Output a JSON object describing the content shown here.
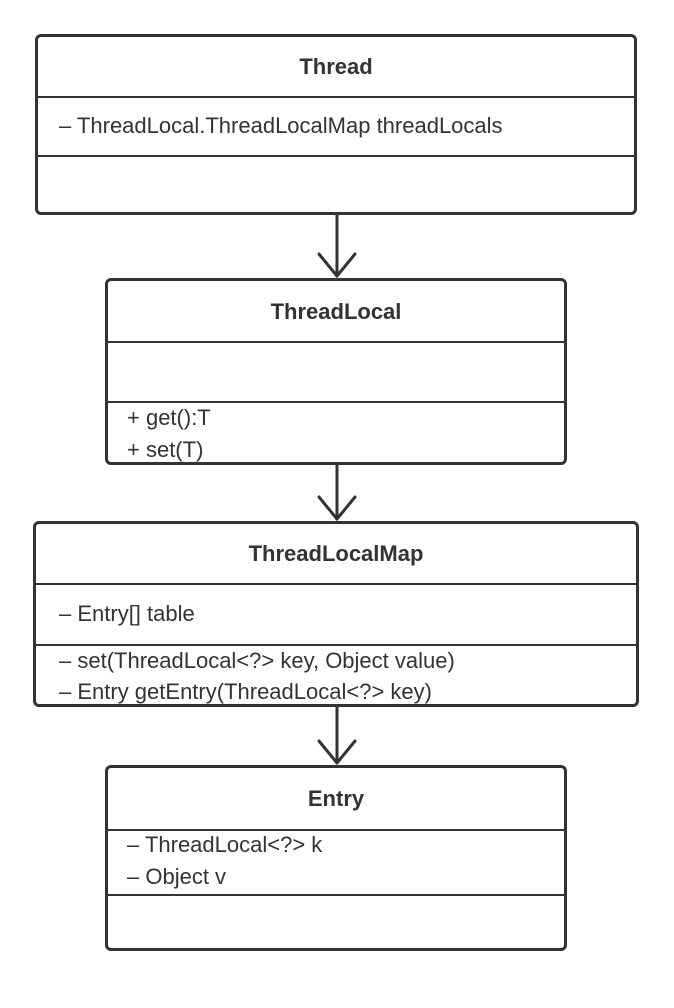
{
  "classes": {
    "thread": {
      "name": "Thread",
      "attributes": [
        "– ThreadLocal.ThreadLocalMap threadLocals"
      ],
      "methods": []
    },
    "threadlocal": {
      "name": "ThreadLocal",
      "attributes": [],
      "methods": [
        "+ get():T",
        "+ set(T)"
      ]
    },
    "threadlocalmap": {
      "name": "ThreadLocalMap",
      "attributes": [
        "– Entry[] table"
      ],
      "methods": [
        "– set(ThreadLocal<?> key, Object value)",
        "– Entry getEntry(ThreadLocal<?> key)"
      ]
    },
    "entry": {
      "name": "Entry",
      "attributes": [
        "– ThreadLocal<?> k",
        "– Object v"
      ],
      "methods": []
    }
  },
  "connectors": [
    {
      "from": "Thread",
      "to": "ThreadLocal"
    },
    {
      "from": "ThreadLocal",
      "to": "ThreadLocalMap"
    },
    {
      "from": "ThreadLocalMap",
      "to": "Entry"
    }
  ],
  "colors": {
    "stroke": "#333333",
    "background": "#ffffff"
  }
}
